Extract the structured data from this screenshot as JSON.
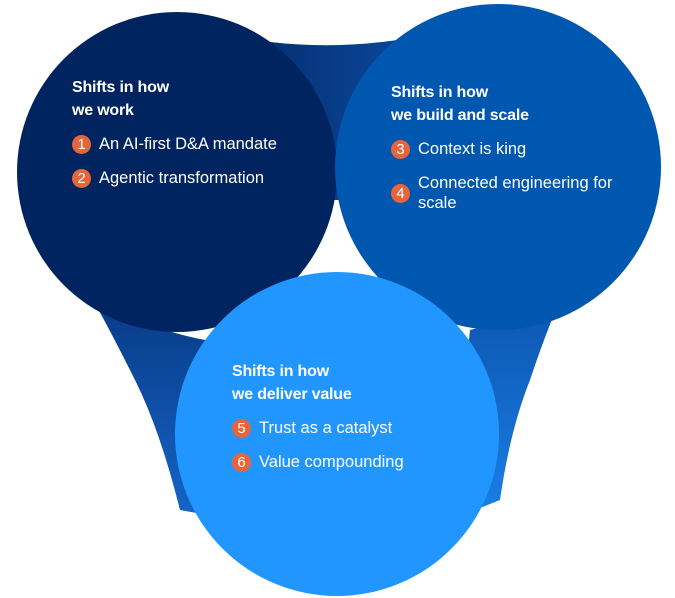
{
  "colors": {
    "circle_work": "#00245f",
    "circle_build": "#0057b0",
    "circle_deliver": "#2196ff",
    "connector_dark": "#0a3d8a",
    "connector_mid": "#0e5bb8",
    "badge": "#e8643a",
    "text": "#ffffff"
  },
  "groups": [
    {
      "heading_line1": "Shifts in how",
      "heading_line2": "we work",
      "items": [
        {
          "number": "1",
          "label": "An AI-first D&A mandate"
        },
        {
          "number": "2",
          "label": "Agentic transformation"
        }
      ]
    },
    {
      "heading_line1": "Shifts in how",
      "heading_line2": "we build and scale",
      "items": [
        {
          "number": "3",
          "label": "Context is king"
        },
        {
          "number": "4",
          "label": "Connected engineering for scale"
        }
      ]
    },
    {
      "heading_line1": "Shifts in how",
      "heading_line2": "we deliver value",
      "items": [
        {
          "number": "5",
          "label": "Trust as a catalyst"
        },
        {
          "number": "6",
          "label": "Value compounding"
        }
      ]
    }
  ]
}
